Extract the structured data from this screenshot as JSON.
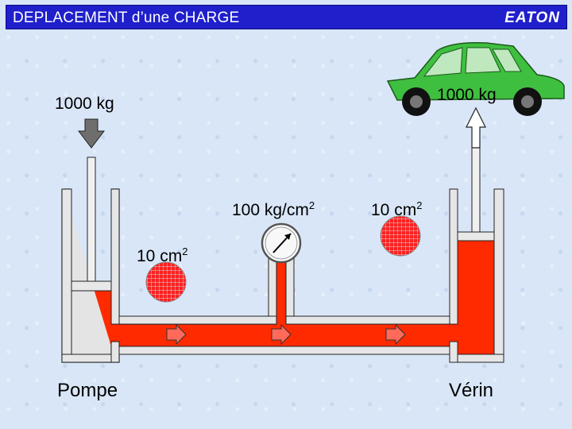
{
  "header": {
    "title": "DEPLACEMENT d’une CHARGE",
    "logo": "EATON"
  },
  "labels": {
    "load_left": "1000 kg",
    "load_car": "1000 kg",
    "pressure": "100 kg/cm",
    "pressure_exp": "2",
    "area_left": "10 cm",
    "area_left_exp": "2",
    "area_right": "10 cm",
    "area_right_exp": "2",
    "pump": "Pompe",
    "cylinder": "Vérin"
  },
  "colors": {
    "title_bg": "#1f1fcc",
    "fluid": "#ff2a00",
    "car": "#3fbf3f",
    "arrow": "#ff6a5a"
  },
  "icons": [
    "down-arrow-icon",
    "up-arrow-icon",
    "car-icon",
    "pressure-gauge-icon",
    "flow-arrow-icon"
  ]
}
